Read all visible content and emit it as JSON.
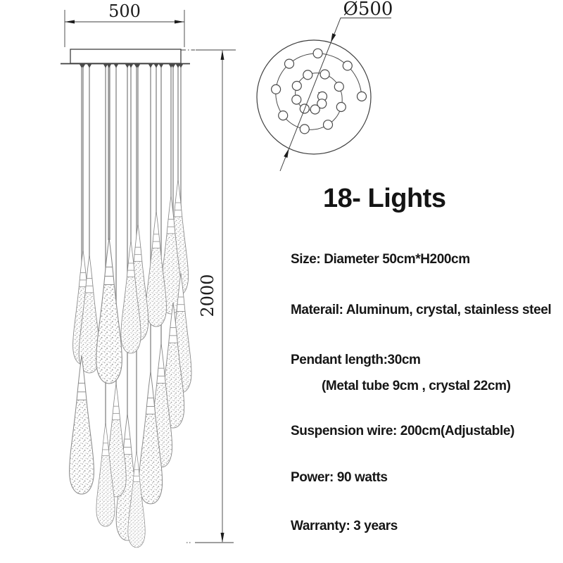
{
  "title": "18- Lights",
  "lights_count": 18,
  "front_view": {
    "width_dim_label": "500",
    "height_dim_label": "2000"
  },
  "top_view": {
    "diameter_label": "Ø500"
  },
  "specs": {
    "size": "Size: Diameter 50cm*H200cm",
    "material": "Materail: Aluminum, crystal, stainless steel",
    "pendant_length": "Pendant length:30cm",
    "pendant_detail": "(Metal tube 9cm , crystal 22cm)",
    "suspension": "Suspension wire: 200cm(Adjustable)",
    "power": "Power: 90 watts",
    "warranty": "Warranty: 3 years"
  },
  "colors": {
    "line": "#3f3f3f",
    "pendant_outline": "#8a8a8a",
    "wire": "#848484",
    "text": "#161616"
  }
}
